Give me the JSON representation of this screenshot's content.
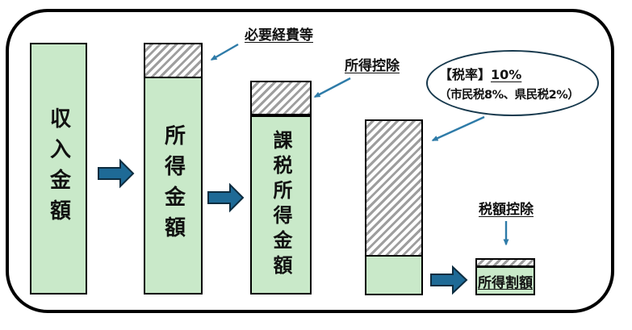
{
  "bars": [
    {
      "label": "収入金額",
      "name": "income-amount"
    },
    {
      "label": "所得金額",
      "name": "gross-income-amount"
    },
    {
      "label": "課税所得金額",
      "name": "taxable-income-amount"
    },
    {
      "label": "",
      "name": "tax-rate-applied"
    },
    {
      "label": "所得割額",
      "name": "income-levy-amount"
    }
  ],
  "labels": {
    "necessary_expenses": "必要経費等",
    "income_deduction": "所得控除",
    "tax_credit": "税額控除"
  },
  "tax_rate": {
    "prefix": "【税率】",
    "value": "10%",
    "detail": "（市民税8%、県民税2%）"
  },
  "colors": {
    "bar_green": "#c9e9c9",
    "hatch_gray": "#9e9e9e",
    "block_arrow_fill": "#1e6a96",
    "block_arrow_stroke": "#0d2c3f",
    "thin_arrow": "#2e7ba8",
    "ellipse_stroke": "#17394d",
    "frame_black": "#000000"
  }
}
